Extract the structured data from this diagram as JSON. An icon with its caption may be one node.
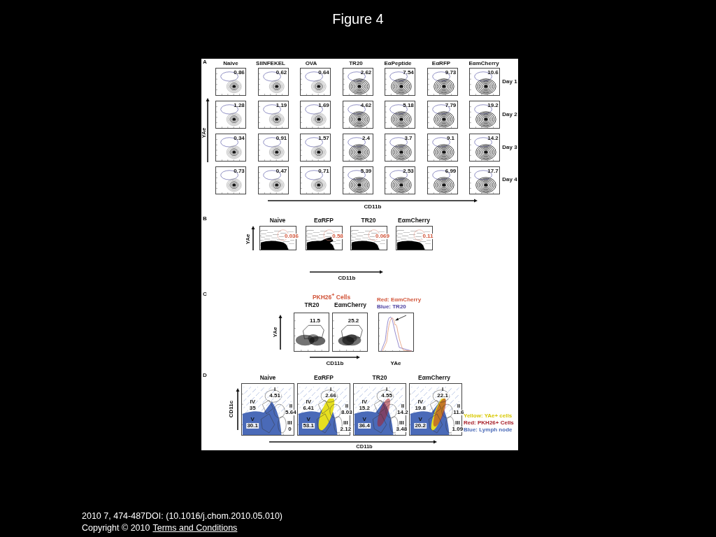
{
  "diagram": {
    "title": "Figure 4",
    "nodes": [
      {
        "text": [
          "0.86"
        ]
      },
      {
        "text": [
          "0.62"
        ]
      },
      {
        "text": [
          "0.64"
        ]
      },
      {
        "text": [
          "2.62"
        ]
      },
      {
        "text": [
          "7.54"
        ]
      },
      {
        "text": [
          "9.73"
        ]
      },
      {
        "text": [
          "10.6"
        ]
      },
      {
        "text": [
          "1.28"
        ]
      },
      {
        "text": [
          "1.19"
        ]
      },
      {
        "text": [
          "1.69"
        ]
      },
      {
        "text": [
          "4.62"
        ]
      },
      {
        "text": [
          "5.18"
        ]
      },
      {
        "text": [
          "7.79"
        ]
      },
      {
        "text": [
          "19.2"
        ]
      },
      {
        "text": [
          "0.34"
        ]
      },
      {
        "text": [
          "0.91"
        ]
      },
      {
        "text": [
          "1.57"
        ]
      },
      {
        "text": [
          "2.4"
        ]
      },
      {
        "text": [
          "3.7"
        ]
      },
      {
        "text": [
          "9.1"
        ]
      },
      {
        "text": [
          "14.2"
        ]
      },
      {
        "text": [
          "0.73"
        ]
      },
      {
        "text": [
          "0.47"
        ]
      },
      {
        "text": [
          "0.71"
        ]
      },
      {
        "text": [
          "5.39"
        ]
      },
      {
        "text": [
          "2.53"
        ]
      },
      {
        "text": [
          "6.99"
        ]
      },
      {
        "text": [
          "17.7"
        ]
      },
      {
        "text": [
          "0.036"
        ]
      },
      {
        "text": [
          "0.58"
        ]
      },
      {
        "text": [
          "0.069"
        ]
      },
      {
        "text": [
          "0.11"
        ]
      },
      {
        "text": [
          "11.5"
        ]
      },
      {
        "text": [
          "25.2"
        ]
      },
      {
        "text": [
          "I",
          "4.51",
          "IV",
          "35",
          "II",
          "5.64",
          "V",
          "30.1",
          "III",
          "0"
        ]
      },
      {
        "text": [
          "I",
          "2.66",
          "IV",
          "6.41",
          "II",
          "8.03",
          "V",
          "53.1",
          "III",
          "2.12"
        ]
      },
      {
        "text": [
          "I",
          "4.55",
          "IV",
          "15.2",
          "II",
          "14.2",
          "V",
          "36.4",
          "III",
          "3.48"
        ]
      },
      {
        "text": [
          "I",
          "22.1",
          "IV",
          "19.8",
          "II",
          "11.6",
          "V",
          "20.2",
          "III",
          "1.09"
        ]
      }
    ],
    "labels": [
      "A",
      "Naive",
      "SIINFEKEL",
      "OVA",
      "TR20",
      "EαPeptide",
      "EαRFP",
      "EαmCherry",
      "Day 1",
      "Day 2",
      "Day 3",
      "Day 4",
      "YAe",
      "CD11b",
      "B",
      "Naive",
      "EαRFP",
      "TR20",
      "EαmCherry",
      "YAe",
      "CD11b",
      "C",
      "PKH26$^{+}$ Cells",
      "TR20",
      "EαmCherry",
      "YAe",
      "CD11b",
      "YAe",
      "D",
      "Naive",
      "EαRFP",
      "TR20",
      "EαmCherry",
      "CD11c",
      "CD11b",
      "2010 7, 474-487DOI: (10.1016/j.chom.2010.05.010)",
      "Copyright © 2010",
      "Terms and Conditions"
    ],
    "legend": [
      {
        "text": "Red: EαmCherry",
        "color": "#d2553a"
      },
      {
        "text": "Blue: TR20",
        "color": "#4b3fa0"
      },
      {
        "text": "Yellow: YAe+ cells",
        "color": "#d8c800"
      },
      {
        "text": "Red: PKH26+ Cells",
        "color": "#a8202a"
      },
      {
        "text": "Blue: Lymph node",
        "color": "#4a6ab8"
      }
    ]
  }
}
